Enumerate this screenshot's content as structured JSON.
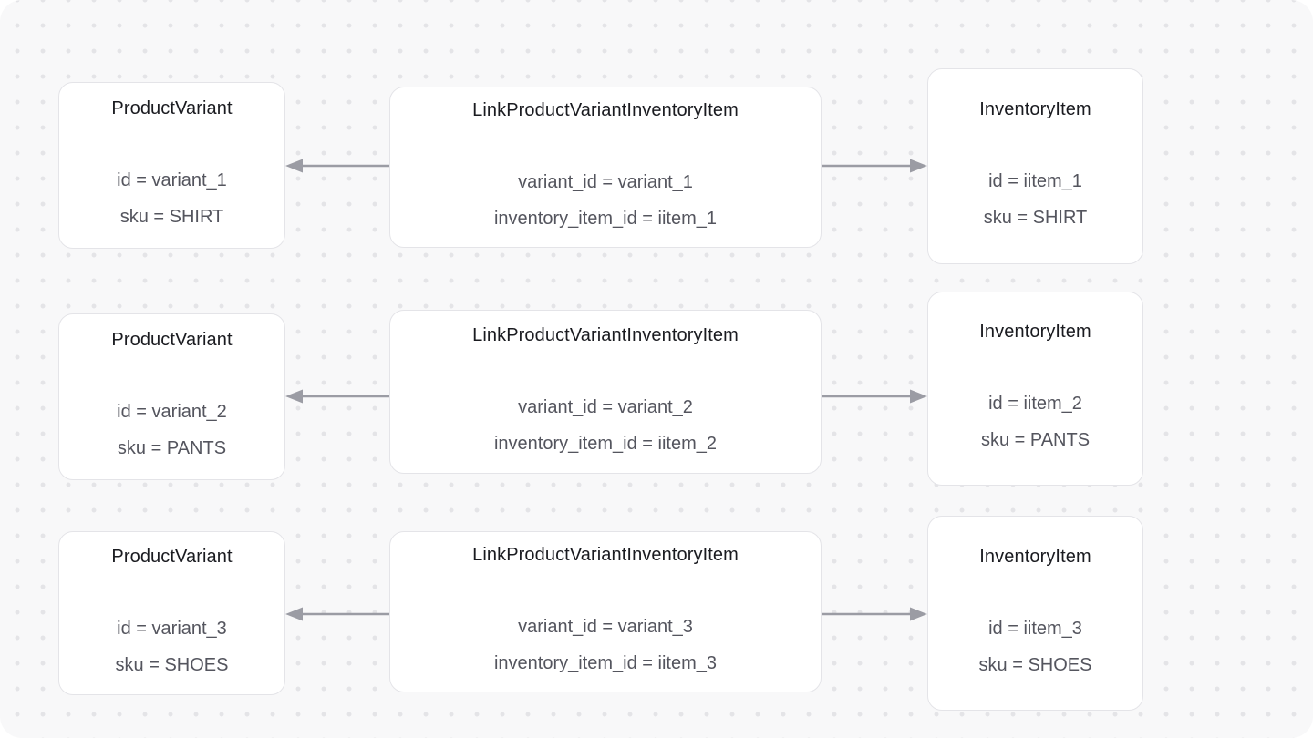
{
  "theme": {
    "page-bg": "#ffffff",
    "canvas-bg": "#f8f8f9",
    "dot-color": "#e4e4e7",
    "node-bg": "#ffffff",
    "node-border": "#e4e4e8",
    "title-color": "#1a1b20",
    "field-color": "#54555e",
    "arrow-color": "#9b9ca4"
  },
  "rows": [
    {
      "variant": {
        "title": "ProductVariant",
        "fields": [
          "id = variant_1",
          "sku = SHIRT"
        ]
      },
      "link": {
        "title": "LinkProductVariantInventoryItem",
        "fields": [
          "variant_id = variant_1",
          "inventory_item_id = iitem_1"
        ]
      },
      "inventory": {
        "title": "InventoryItem",
        "fields": [
          "id = iitem_1",
          "sku = SHIRT"
        ]
      }
    },
    {
      "variant": {
        "title": "ProductVariant",
        "fields": [
          "id = variant_2",
          "sku = PANTS"
        ]
      },
      "link": {
        "title": "LinkProductVariantInventoryItem",
        "fields": [
          "variant_id = variant_2",
          "inventory_item_id = iitem_2"
        ]
      },
      "inventory": {
        "title": "InventoryItem",
        "fields": [
          "id = iitem_2",
          "sku = PANTS"
        ]
      }
    },
    {
      "variant": {
        "title": "ProductVariant",
        "fields": [
          "id = variant_3",
          "sku = SHOES"
        ]
      },
      "link": {
        "title": "LinkProductVariantInventoryItem",
        "fields": [
          "variant_id = variant_3",
          "inventory_item_id = iitem_3"
        ]
      },
      "inventory": {
        "title": "InventoryItem",
        "fields": [
          "id = iitem_3",
          "sku = SHOES"
        ]
      }
    }
  ]
}
